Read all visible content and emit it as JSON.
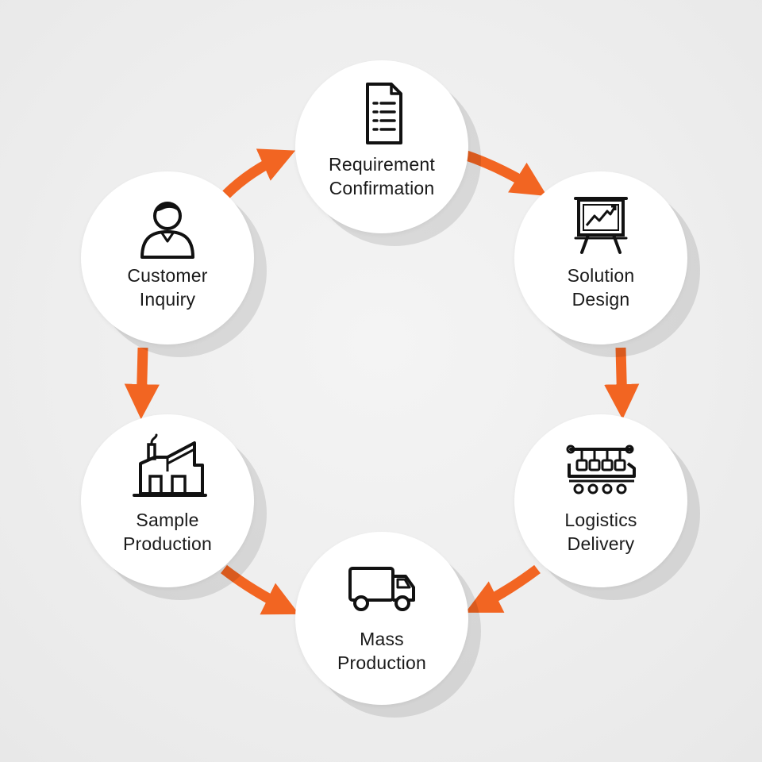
{
  "accent_color": "#f26522",
  "steps": [
    {
      "icon": "document-icon",
      "line1": "Requirement",
      "line2": "Confirmation"
    },
    {
      "icon": "presentation-chart-icon",
      "line1": "Solution",
      "line2": "Design"
    },
    {
      "icon": "conveyor-icon",
      "line1": "Logistics",
      "line2": "Delivery"
    },
    {
      "icon": "truck-icon",
      "line1": "Mass",
      "line2": "Production"
    },
    {
      "icon": "factory-icon",
      "line1": "Sample",
      "line2": "Production"
    },
    {
      "icon": "person-icon",
      "line1": "Customer",
      "line2": "Inquiry"
    }
  ]
}
